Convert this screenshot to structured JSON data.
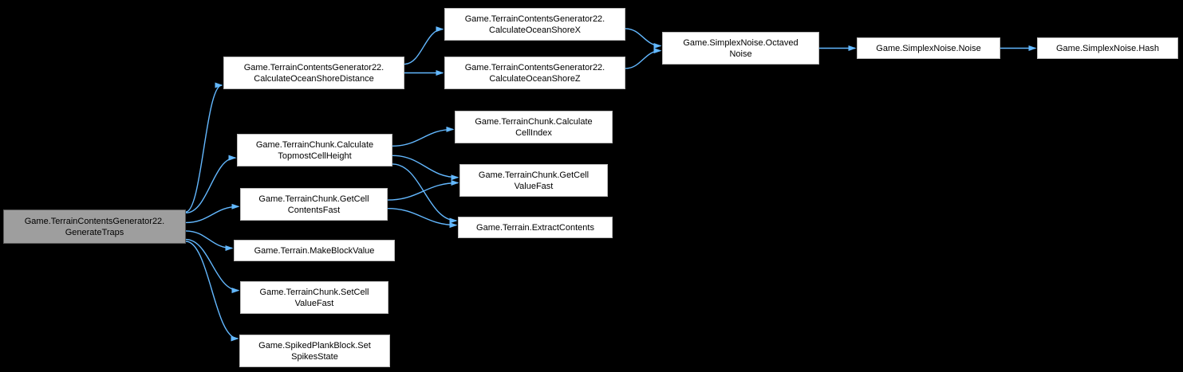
{
  "diagram": {
    "type": "call-graph",
    "colors": {
      "background": "#000000",
      "edge": "#63b8ff",
      "node_fill": "#ffffff",
      "node_border": "#bcbcbc",
      "highlight_node_fill": "#9e9e9e",
      "highlight_node_border": "#5a5a5a",
      "text": "#000000"
    },
    "nodes": [
      {
        "id": "generate-traps",
        "label": "Game.TerrainContentsGenerator22.\nGenerateTraps",
        "highlighted": true
      },
      {
        "id": "calc-ocean-shore-distance",
        "label": "Game.TerrainContentsGenerator22.\nCalculateOceanShoreDistance",
        "highlighted": false
      },
      {
        "id": "calc-ocean-shore-x",
        "label": "Game.TerrainContentsGenerator22.\nCalculateOceanShoreX",
        "highlighted": false
      },
      {
        "id": "calc-ocean-shore-z",
        "label": "Game.TerrainContentsGenerator22.\nCalculateOceanShoreZ",
        "highlighted": false
      },
      {
        "id": "octaved-noise",
        "label": "Game.SimplexNoise.Octaved\nNoise",
        "highlighted": false
      },
      {
        "id": "noise",
        "label": "Game.SimplexNoise.Noise",
        "highlighted": false
      },
      {
        "id": "hash",
        "label": "Game.SimplexNoise.Hash",
        "highlighted": false
      },
      {
        "id": "calc-topmost-cell-height",
        "label": "Game.TerrainChunk.Calculate\nTopmostCellHeight",
        "highlighted": false
      },
      {
        "id": "calc-cell-index",
        "label": "Game.TerrainChunk.Calculate\nCellIndex",
        "highlighted": false
      },
      {
        "id": "get-cell-value-fast",
        "label": "Game.TerrainChunk.GetCell\nValueFast",
        "highlighted": false
      },
      {
        "id": "get-cell-contents-fast",
        "label": "Game.TerrainChunk.GetCell\nContentsFast",
        "highlighted": false
      },
      {
        "id": "extract-contents",
        "label": "Game.Terrain.ExtractContents",
        "highlighted": false
      },
      {
        "id": "make-block-value",
        "label": "Game.Terrain.MakeBlockValue",
        "highlighted": false
      },
      {
        "id": "set-cell-value-fast",
        "label": "Game.TerrainChunk.SetCell\nValueFast",
        "highlighted": false
      },
      {
        "id": "set-spikes-state",
        "label": "Game.SpikedPlankBlock.Set\nSpikesState",
        "highlighted": false
      }
    ],
    "edges": [
      {
        "from": "generate-traps",
        "to": "calc-ocean-shore-distance"
      },
      {
        "from": "generate-traps",
        "to": "calc-topmost-cell-height"
      },
      {
        "from": "generate-traps",
        "to": "get-cell-contents-fast"
      },
      {
        "from": "generate-traps",
        "to": "make-block-value"
      },
      {
        "from": "generate-traps",
        "to": "set-cell-value-fast"
      },
      {
        "from": "generate-traps",
        "to": "set-spikes-state"
      },
      {
        "from": "calc-ocean-shore-distance",
        "to": "calc-ocean-shore-x"
      },
      {
        "from": "calc-ocean-shore-distance",
        "to": "calc-ocean-shore-z"
      },
      {
        "from": "calc-ocean-shore-x",
        "to": "octaved-noise"
      },
      {
        "from": "calc-ocean-shore-z",
        "to": "octaved-noise"
      },
      {
        "from": "octaved-noise",
        "to": "noise"
      },
      {
        "from": "noise",
        "to": "hash"
      },
      {
        "from": "calc-topmost-cell-height",
        "to": "calc-cell-index"
      },
      {
        "from": "calc-topmost-cell-height",
        "to": "get-cell-value-fast"
      },
      {
        "from": "calc-topmost-cell-height",
        "to": "extract-contents"
      },
      {
        "from": "get-cell-contents-fast",
        "to": "get-cell-value-fast"
      },
      {
        "from": "get-cell-contents-fast",
        "to": "extract-contents"
      }
    ]
  }
}
